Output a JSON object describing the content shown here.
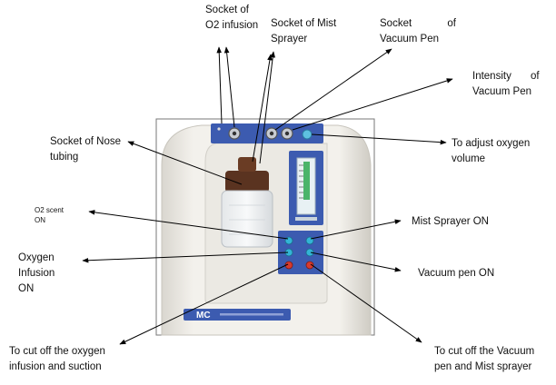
{
  "diagram": {
    "labels": {
      "socket_o2_infusion": [
        "Socket of",
        "O2 infusion"
      ],
      "socket_mist_sprayer": [
        "Socket of Mist",
        "Sprayer"
      ],
      "socket_vacuum_pen": [
        "Socket of",
        "Vacuum Pen"
      ],
      "intensity_vacuum_pen": [
        "Intensity of",
        "Vacuum Pen"
      ],
      "socket_nose_tubing": [
        "Socket of Nose",
        "tubing"
      ],
      "adjust_oxygen_volume": [
        "To adjust oxygen",
        "volume"
      ],
      "o2_scent_on": [
        "O2 scent",
        "ON"
      ],
      "mist_sprayer_on": [
        "Mist Sprayer ON"
      ],
      "oxygen_infusion_on": [
        "Oxygen",
        "Infusion",
        "ON"
      ],
      "vacuum_pen_on": [
        "Vacuum pen ON"
      ],
      "cut_off_oxygen_suction": [
        "To cut off the oxygen",
        "infusion and suction"
      ],
      "cut_off_vacuum_mist": [
        "To cut off the Vacuum",
        "pen and Mist sprayer"
      ]
    },
    "device": {
      "brand": "MC"
    },
    "colors": {
      "panel_blue": "#3c5bb0",
      "body_white": "#f1efe9",
      "button_cyan": "#33b4d6",
      "button_red": "#d63a2e",
      "arrow": "#000000"
    }
  }
}
